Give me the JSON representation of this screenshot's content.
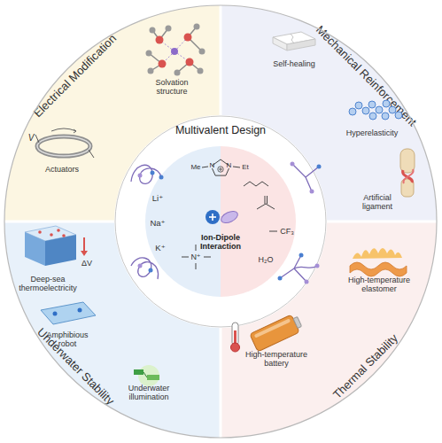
{
  "diagram": {
    "nodes": [
      {
        "text": [
          "Electrical Modification"
        ]
      },
      {
        "text": [
          "Mechanical Reinforcement"
        ]
      },
      {
        "text": [
          "Thermal Stability"
        ]
      },
      {
        "text": [
          "Underwater Stability"
        ]
      },
      {
        "text": [
          "Multivalent Design"
        ]
      },
      {
        "text": [
          "Ion-Dipole Interaction"
        ],
        "in": 4
      }
    ],
    "labels": [
      "Solvation structure",
      "V",
      "Actuators",
      "Self-healing",
      "Hyperelasticity",
      "Artificial ligament",
      "Me",
      "N",
      "N",
      "Et",
      "Li⁺",
      "Na⁺",
      "K⁺",
      "N⁺",
      "CF₃",
      "H₂O",
      "High-temperature elastomer",
      "High-temperature battery",
      "ΔV",
      "Deep-sea thermoelectricity",
      "Amphibious robot",
      "Underwater illumination"
    ]
  }
}
